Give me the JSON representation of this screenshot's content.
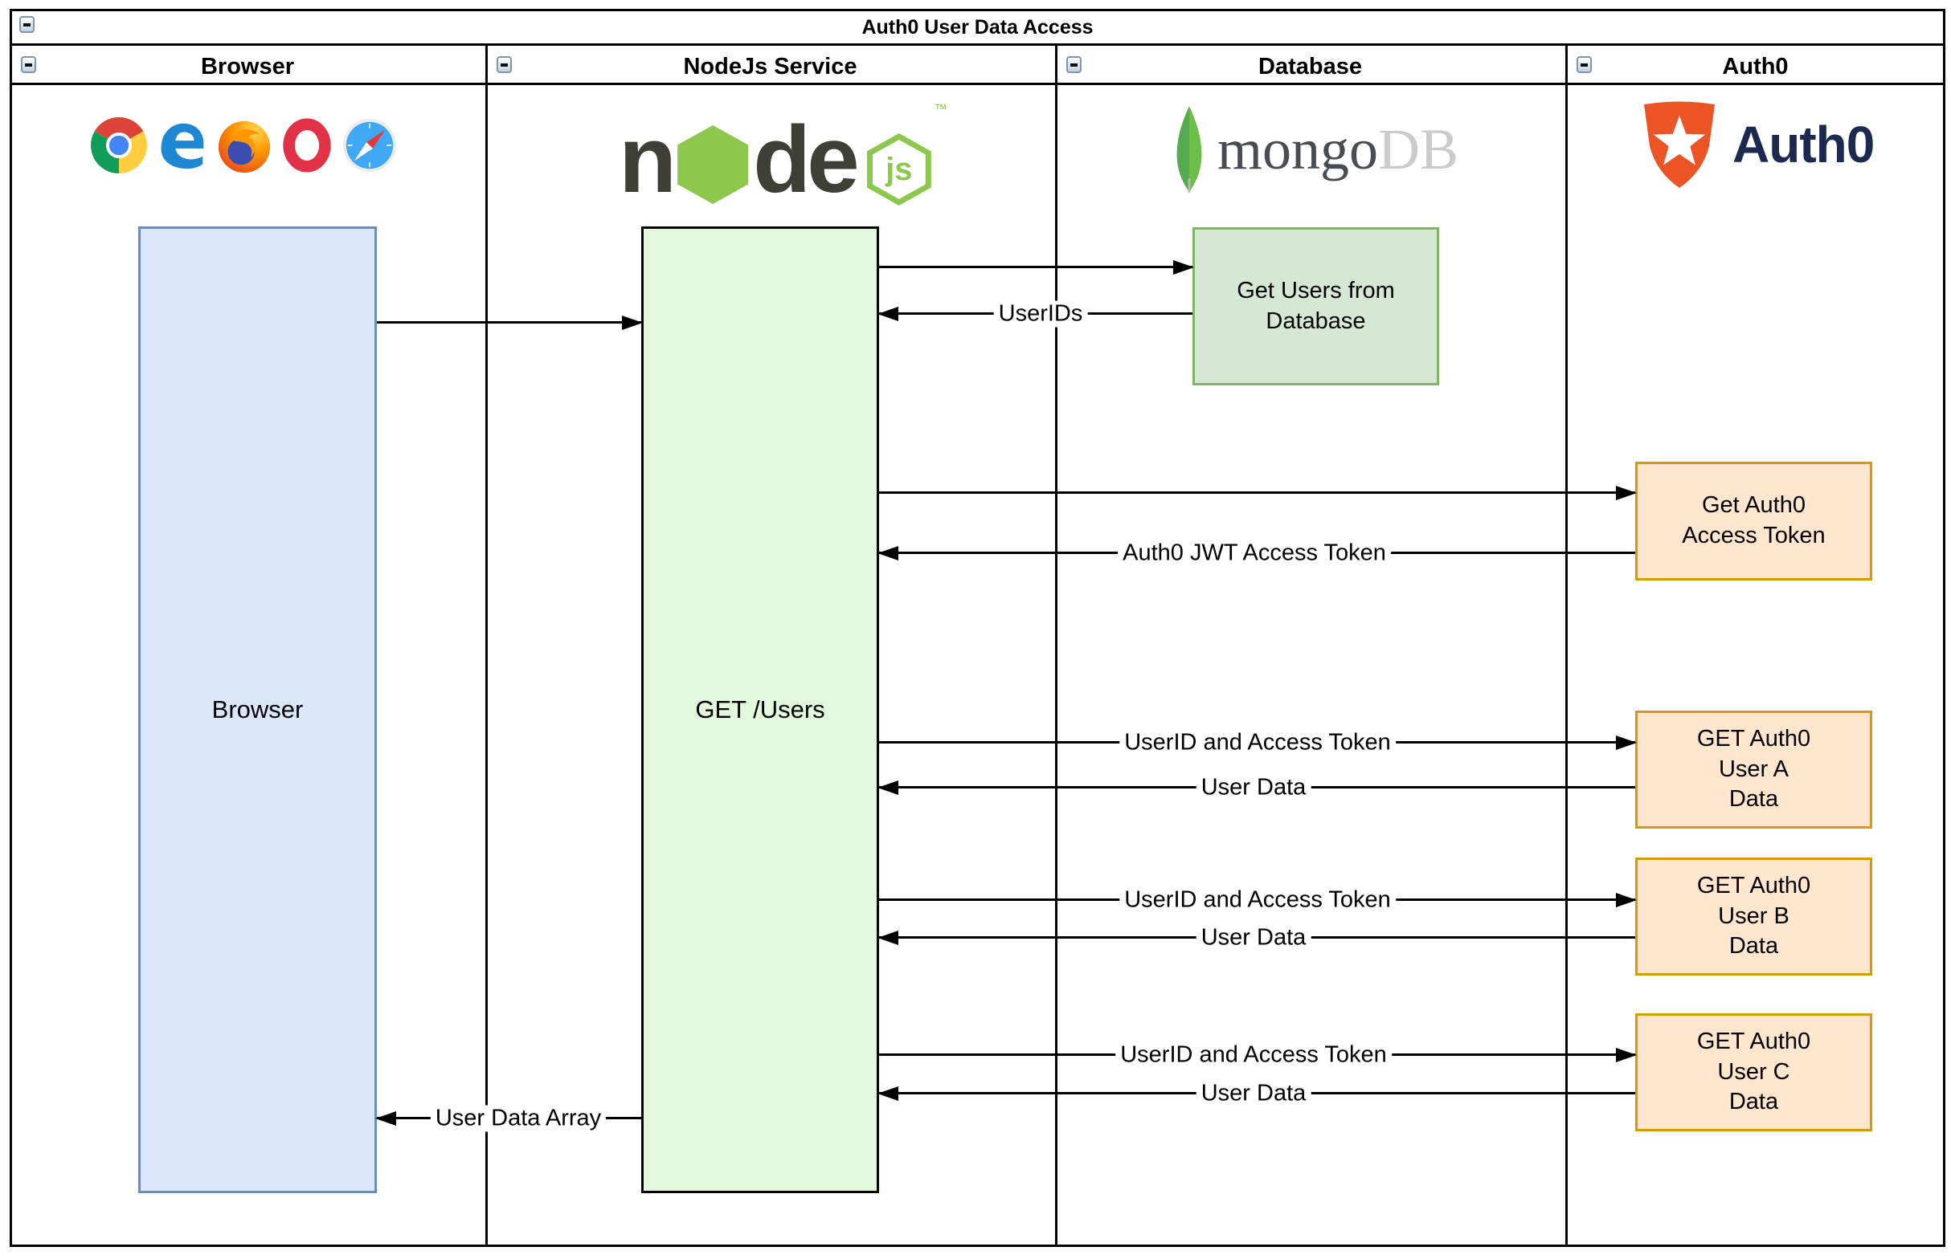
{
  "title": "Auth0 User Data Access",
  "lanes": [
    {
      "label": "Browser"
    },
    {
      "label": "NodeJs Service"
    },
    {
      "label": "Database"
    },
    {
      "label": "Auth0"
    }
  ],
  "logos": {
    "browser_icons": [
      "chrome",
      "edge",
      "firefox",
      "opera",
      "safari"
    ],
    "node_n": "n",
    "node_de": "de",
    "node_js": "js",
    "node_tm": "™",
    "mongo_text": "mongo",
    "mongo_db_text": "DB",
    "auth0_text": "Auth0"
  },
  "activations": {
    "browser_label": "Browser",
    "nodejs_label": "GET /Users"
  },
  "boxes": {
    "get_users_db": "Get Users from\nDatabase",
    "get_token": "Get Auth0\nAccess Token",
    "user_a": "GET Auth0\nUser A\nData",
    "user_b": "GET Auth0\nUser B\nData",
    "user_c": "GET Auth0\nUser C\nData"
  },
  "messages": {
    "user_ids": "UserIDs",
    "jwt": "Auth0 JWT Access Token",
    "uid_token": "UserID and Access Token",
    "user_data": "User Data",
    "user_data_array": "User Data Array"
  },
  "colors": {
    "activation_blue_fill": "#dbe8fc",
    "activation_blue_border": "#6c8ebf",
    "activation_green_fill": "#e3f9dc",
    "db_box_fill": "#d5e8d4",
    "db_box_border": "#82b366",
    "auth_box_fill": "#ffe6cc",
    "auth_box_border": "#d79b00",
    "node_green": "#8cc84b",
    "mongo_green": "#58aa50",
    "auth0_orange": "#eb5424",
    "auth0_navy": "#1b2a4e",
    "line_color": "#000000"
  }
}
